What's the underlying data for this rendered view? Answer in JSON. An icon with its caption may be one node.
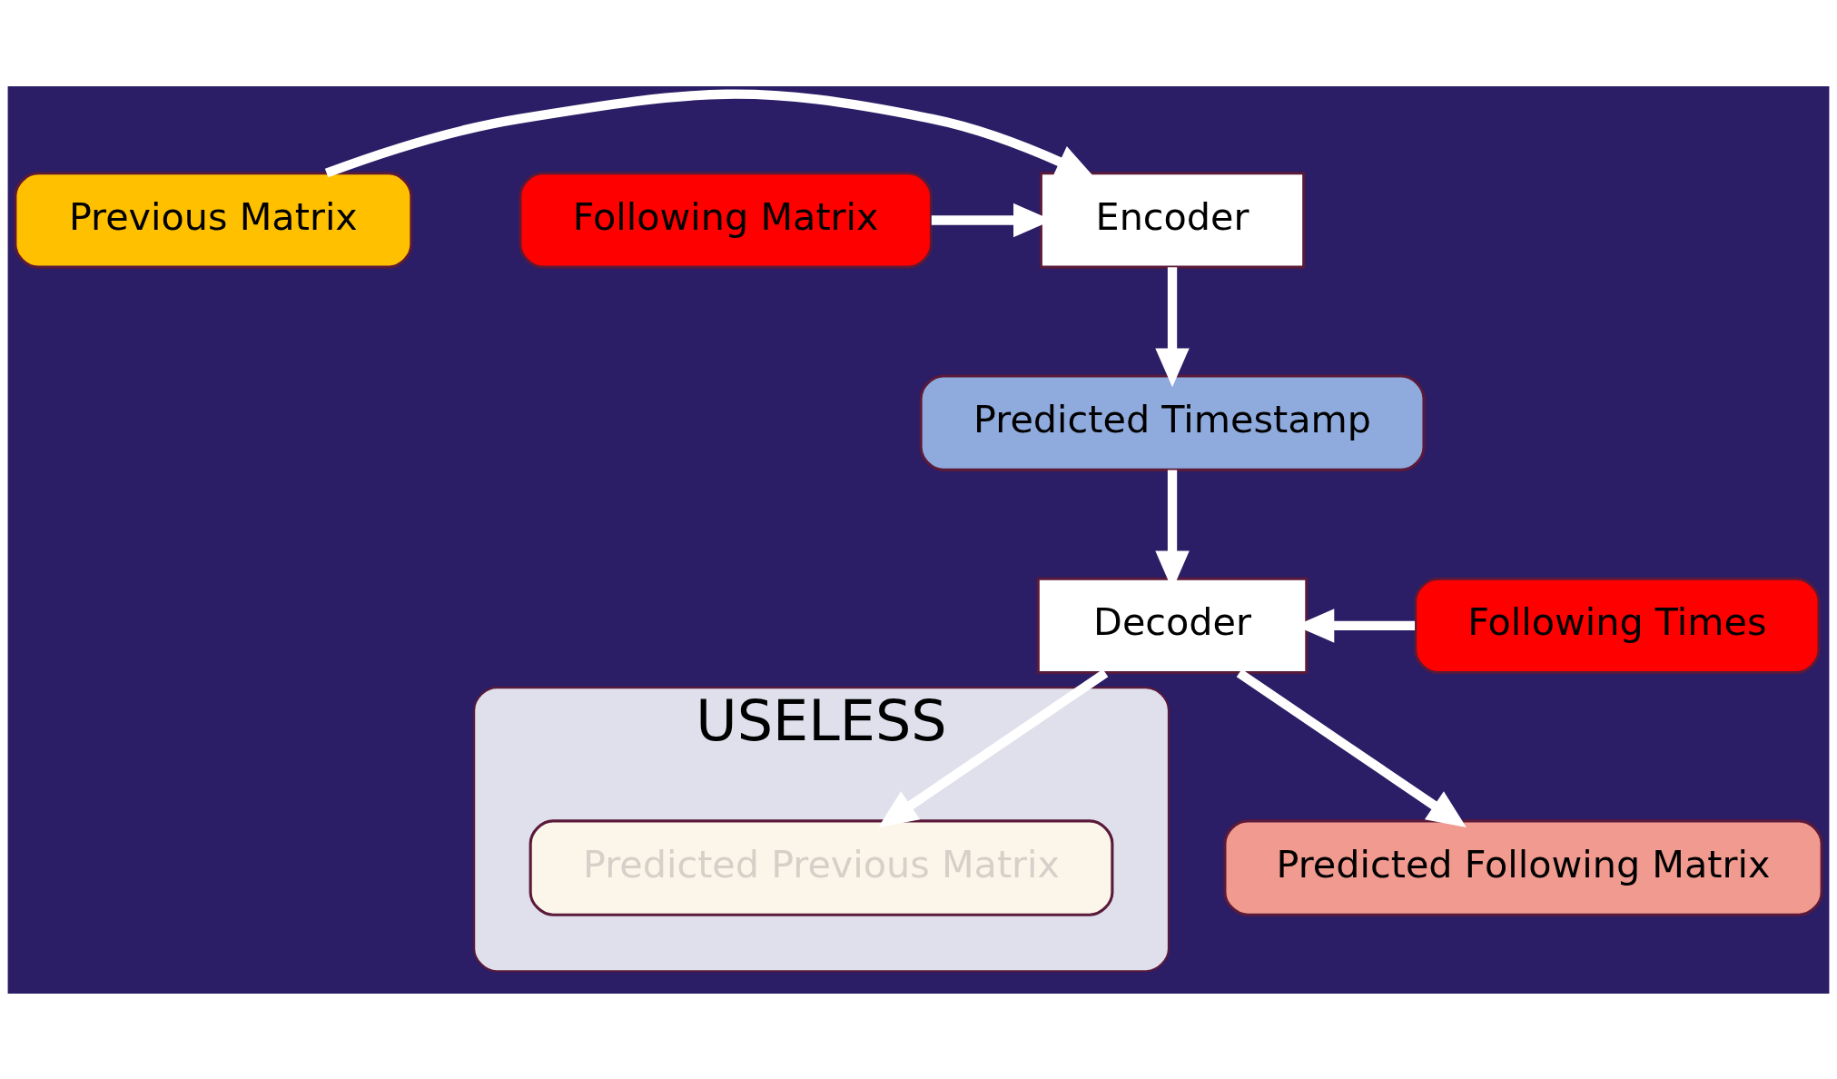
{
  "diagram": {
    "nodes": [
      {
        "text": [
          "Previous Matrix"
        ]
      },
      {
        "text": [
          "Encoder"
        ]
      },
      {
        "text": [
          "Following Matrix"
        ]
      },
      {
        "text": [
          "Predicted Timestamp"
        ]
      },
      {
        "text": [
          "Decoder"
        ]
      },
      {
        "text": [
          "Following Times"
        ]
      },
      {
        "text": [
          "USELESS"
        ]
      },
      {
        "text": [
          "Predicted Previous Matrix"
        ],
        "in": 6
      },
      {
        "text": [
          "Predicted Following Matrix"
        ]
      }
    ],
    "edges": [
      {
        "from": 0,
        "to": 1,
        "arrow": "to"
      },
      {
        "from": 2,
        "to": 1,
        "arrow": "to"
      },
      {
        "from": 1,
        "to": 3,
        "arrow": "to"
      },
      {
        "from": 3,
        "to": 4,
        "arrow": "to"
      },
      {
        "from": 5,
        "to": 4,
        "arrow": "to"
      },
      {
        "from": 4,
        "to": 7,
        "arrow": "to"
      },
      {
        "from": 4,
        "to": 8,
        "arrow": "to"
      }
    ]
  }
}
